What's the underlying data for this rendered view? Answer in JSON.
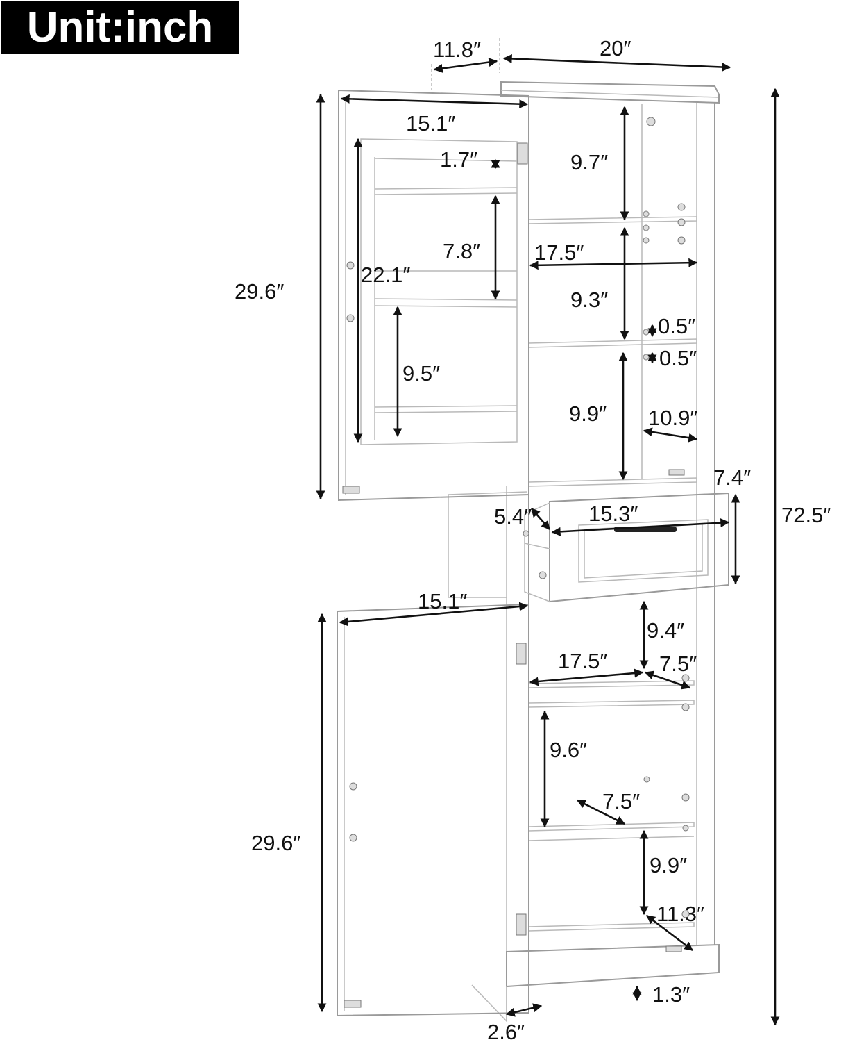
{
  "unit_label": "Unit:inch",
  "dimensions": {
    "top_depth": "11.8″",
    "top_width": "20″",
    "overall_height": "72.5″",
    "upper_door_width": "15.1″",
    "upper_door_height": "29.6″",
    "door_rack_height": "22.1″",
    "door_rack_gap_top": "1.7″",
    "door_rack_gap_mid": "7.8″",
    "door_rack_gap_bottom": "9.5″",
    "upper_space_top": "9.7″",
    "upper_inner_width": "17.5″",
    "upper_space_mid": "9.3″",
    "shelf_thickness_1": "0.5″",
    "shelf_thickness_2": "0.5″",
    "upper_space_bottom": "9.9″",
    "upper_inner_depth": "10.9″",
    "drawer_height": "7.4″",
    "drawer_width": "15.3″",
    "drawer_depth": "5.4″",
    "lower_door_width": "15.1″",
    "lower_door_height": "29.6″",
    "lower_space_top": "9.4″",
    "lower_inner_width": "17.5″",
    "lower_shelf_depth_1": "7.5″",
    "lower_space_mid": "9.6″",
    "lower_shelf_depth_2": "7.5″",
    "lower_space_bottom": "9.9″",
    "lower_inner_depth": "11.3″",
    "base_height": "1.3″",
    "toe_kick": "2.6″"
  }
}
